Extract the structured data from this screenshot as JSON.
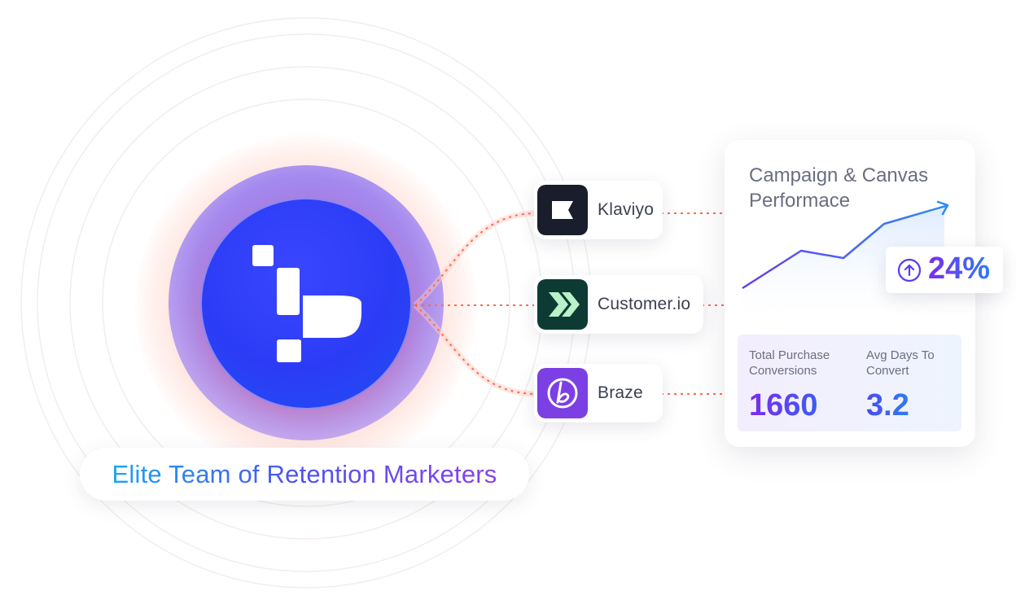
{
  "hub_label": "Elite Team of Retention Marketers",
  "integrations": [
    {
      "name": "Klaviyo",
      "icon": "klaviyo-icon",
      "icon_bg": "#191d2c"
    },
    {
      "name": "Customer.io",
      "icon": "customerio-icon",
      "icon_bg": "#0d3b33"
    },
    {
      "name": "Braze",
      "icon": "braze-icon",
      "icon_bg": "#7b3fe4"
    }
  ],
  "card": {
    "title": "Campaign & Canvas Performace",
    "growth": "24%",
    "growth_icon": "arrow-up-circle-icon",
    "stats": [
      {
        "label": "Total Purchase Conversions",
        "value": "1660"
      },
      {
        "label": "Avg Days To Convert",
        "value": "3.2"
      }
    ]
  },
  "colors": {
    "hub_blue": "#2c3cf6",
    "accent_purple": "#7b2cf0",
    "accent_blue": "#2f7bf5",
    "connector": "#ff6a55"
  }
}
